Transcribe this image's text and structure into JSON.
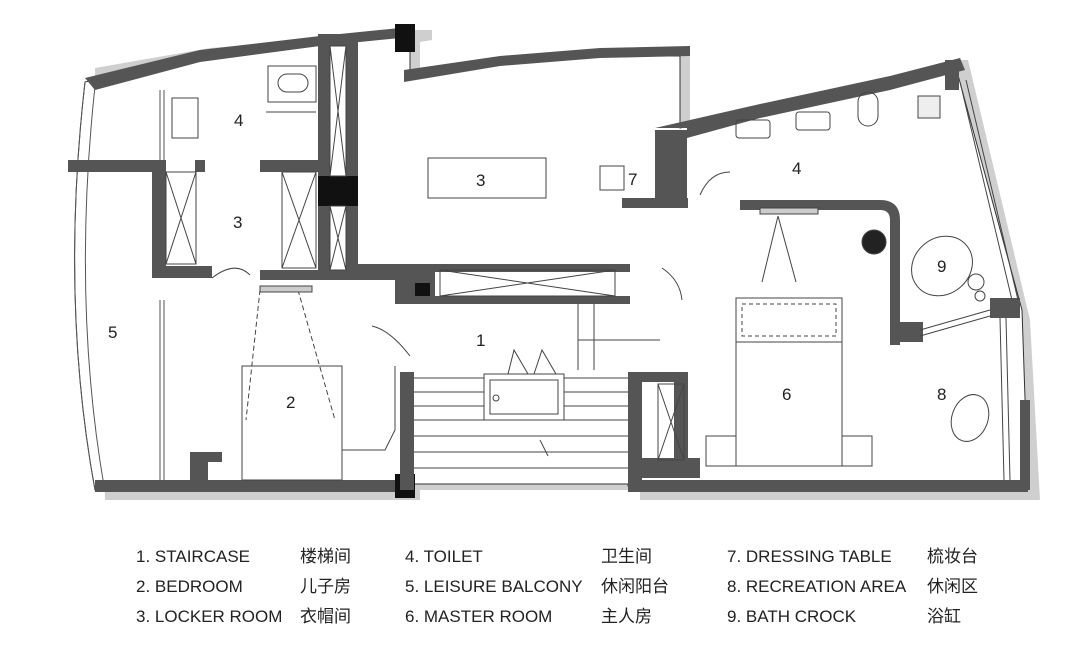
{
  "room_labels": {
    "r1": "1",
    "r2": "2",
    "r3a": "3",
    "r3b": "3",
    "r4a": "4",
    "r4b": "4",
    "r5": "5",
    "r6": "6",
    "r7": "7",
    "r8": "8",
    "r9": "9"
  },
  "legend": [
    {
      "en": "1. STAIRCASE",
      "zh": "楼梯间"
    },
    {
      "en": "2. BEDROOM",
      "zh": "儿子房"
    },
    {
      "en": "3. LOCKER ROOM",
      "zh": "衣帽间"
    },
    {
      "en": "4. TOILET",
      "zh": "卫生间"
    },
    {
      "en": "5. LEISURE  BALCONY",
      "zh": "休闲阳台"
    },
    {
      "en": "6. MASTER  ROOM",
      "zh": "主人房"
    },
    {
      "en": "7. DRESSING  TABLE",
      "zh": "梳妆台"
    },
    {
      "en": "8. RECREATION  AREA",
      "zh": "休闲区"
    },
    {
      "en": "9. BATH  CROCK",
      "zh": "浴缸"
    }
  ]
}
